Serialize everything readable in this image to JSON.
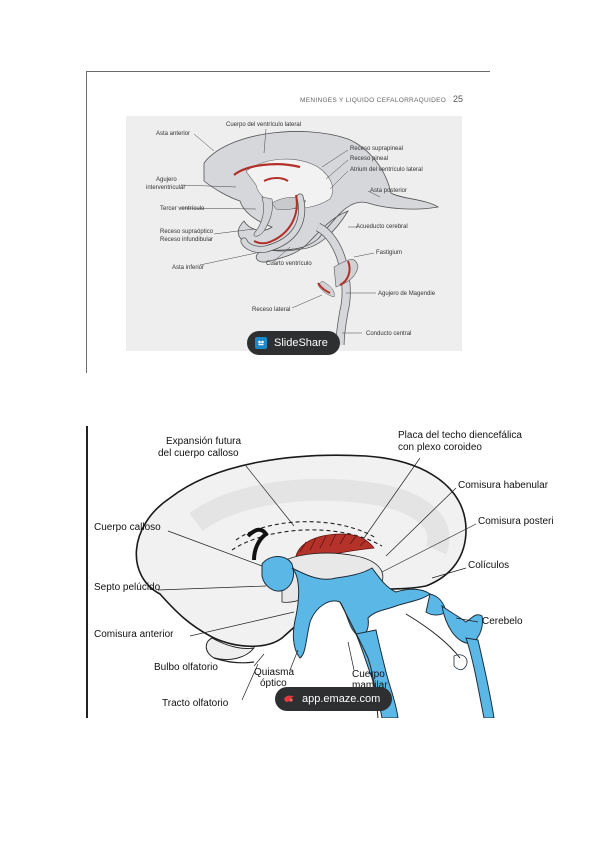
{
  "figure1": {
    "running_header": "MENINGES Y LIQUIDO CEFALORRAQUIDEO",
    "page_number": "25",
    "labels": {
      "asta_anterior": "Asta anterior",
      "cuerpo_ventriculo_lateral": "Cuerpo del ventrículo lateral",
      "receso_suprapineal": "Receso suprapineal",
      "receso_pineal": "Receso pineal",
      "atrium": "Atrium del ventrículo lateral",
      "asta_posterior": "Asta posterior",
      "agujero_interventricular_1": "Agujero",
      "agujero_interventricular_2": "interventricular",
      "tercer_ventriculo": "Tercer ventrículo",
      "receso_supraoptico": "Receso supraóptico",
      "receso_infundibular": "Receso infundibular",
      "acueducto_cerebral": "Acueducto cerebral",
      "fastigium": "Fastigium",
      "asta_inferior": "Asta inferior",
      "cuarto_ventriculo": "Cuarto ventrículo",
      "agujero_magendie": "Agujero de Magendie",
      "receso_lateral": "Receso lateral",
      "conducto_central": "Conducto central"
    },
    "badge_text": "SlideShare",
    "badge_icon": "slideshare-icon",
    "badge_color": "#1b88c9"
  },
  "figure2": {
    "labels": {
      "expansion_1": "Expansión futura",
      "expansion_2": "del cuerpo calloso",
      "placa_1": "Placa del techo diencefálica",
      "placa_2": "con plexo coroideo",
      "comisura_habenular": "Comisura habenular",
      "comisura_posterior": "Comisura posteri",
      "cuerpo_calloso": "Cuerpo calloso",
      "coliculos": "Colículos",
      "septo_pelucido": "Septo pelúcido",
      "cerebelo": "Cerebelo",
      "comisura_anterior": "Comisura anterior",
      "bulbo_olfatorio": "Bulbo olfatorio",
      "quiasma_1": "Quiasma",
      "quiasma_2": "óptico",
      "cuerpo_mamilar_1": "Cuerpo",
      "cuerpo_mamilar_2": "mamilar",
      "tracto_olfatorio": "Tracto olfatorio"
    },
    "badge_text": "app.emaze.com",
    "badge_icon": "emaze-icon",
    "ventricle_color": "#5bb8e6",
    "plexus_color": "#b5322a"
  }
}
